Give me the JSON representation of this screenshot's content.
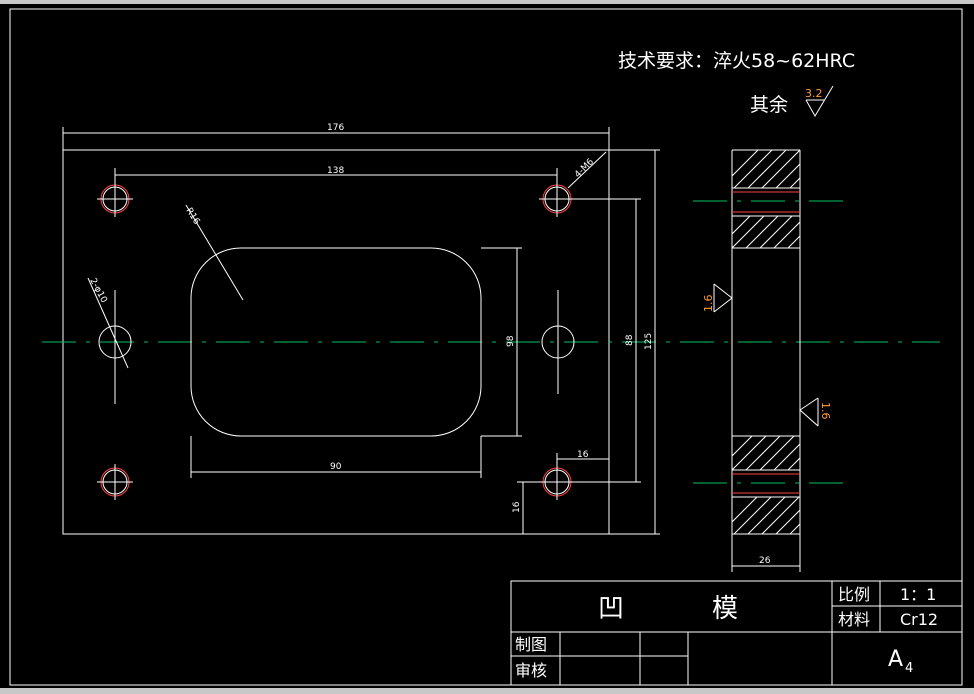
{
  "technical_requirement": "技术要求：淬火58~62HRC",
  "roughness_other": {
    "label": "其余",
    "value": "3.2"
  },
  "roughness_side": [
    "1.6",
    "1.6"
  ],
  "dimensions": {
    "overall_width": "176",
    "hole_spacing": "138",
    "cavity_width": "90",
    "cavity_height": "98",
    "hole_vertical": "88",
    "overall_height": "125",
    "edge_offset_x": "16",
    "edge_offset_y": "16",
    "thickness": "26",
    "corner_radius": "R16",
    "threaded_holes": "4-M6",
    "pin_holes": "2-φ10"
  },
  "title_block": {
    "part_name_1": "凹",
    "part_name_2": "模",
    "scale_label": "比例",
    "scale_value": "1：1",
    "material_label": "材料",
    "material_value": "Cr12",
    "drawn_label": "制图",
    "checked_label": "审核",
    "sheet_size": "A",
    "sheet_size_sub": "4"
  }
}
